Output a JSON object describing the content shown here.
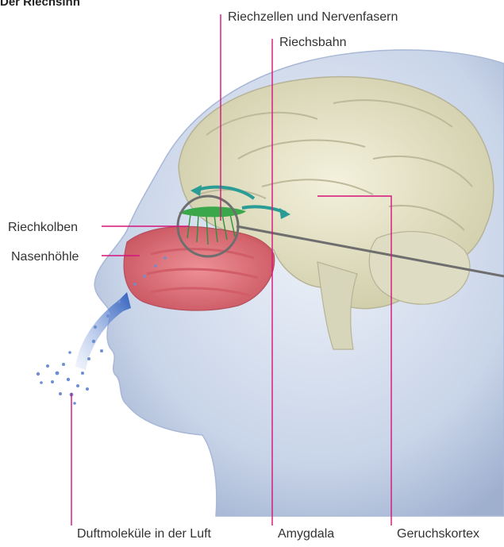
{
  "title": "Der Riechsinn",
  "labels": {
    "riechzellen": "Riechzellen und Nervenfasern",
    "riechsbahn": "Riechsbahn",
    "riechkolben": "Riechkolben",
    "nasenhoehle": "Nasenhöhle",
    "duftmolekuele": "Duftmoleküle in der Luft",
    "amygdala": "Amygdala",
    "geruchskortex": "Geruchskortex"
  },
  "colors": {
    "leader": "#d6127a",
    "head": "#c9d6ea",
    "brain": "#e8e6cc",
    "nasal_cavity": "#e0707a",
    "nerve": "#3aa84a",
    "molecule": "#6d8fd0"
  }
}
